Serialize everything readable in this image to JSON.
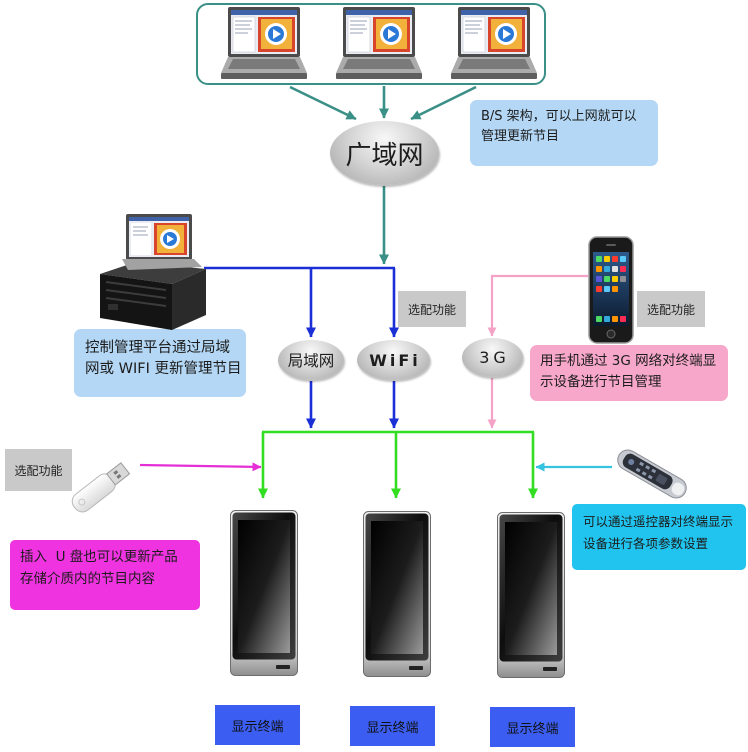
{
  "hubs": {
    "wan": {
      "label": "广域网"
    },
    "lan": {
      "label": "局域网"
    },
    "wifi": {
      "label": "WiFi"
    },
    "mobile": {
      "label": "3G"
    }
  },
  "notes": {
    "bs_architecture": {
      "lines": [
        "B/S 架构，可以上网就可以",
        "管理更新节目"
      ]
    },
    "control_platform": {
      "lines": [
        "控制管理平台通过局域",
        "网或 WIFI 更新管理节目"
      ]
    },
    "phone_management": {
      "lines": [
        "用手机通过 3G 网络对终端显",
        "示设备进行节目管理"
      ]
    },
    "usb_update": {
      "lines": [
        "插入  U 盘也可以更新产品",
        "存储介质内的节目内容"
      ]
    },
    "remote_settings": {
      "lines": [
        "可以通过遥控器对终端显示",
        "设备进行各项参数设置"
      ]
    }
  },
  "optional_tags": {
    "wifi": "选配功能",
    "phone": "选配功能",
    "usb": "选配功能"
  },
  "terminals": [
    {
      "label": "显示终端",
      "icon": "display-terminal-icon"
    },
    {
      "label": "显示终端",
      "icon": "display-terminal-icon"
    },
    {
      "label": "显示终端",
      "icon": "display-terminal-icon"
    }
  ],
  "icons": {
    "clients": [
      "laptop-icon",
      "laptop-icon",
      "laptop-icon"
    ],
    "server": "server-icon",
    "phone": "smartphone-icon",
    "usb": "usb-drive-icon",
    "remote": "remote-control-icon"
  },
  "colors": {
    "teal": "#3a8f86",
    "blue_link": "#1b2fd6",
    "pink_link": "#f4a3c6",
    "green_link": "#33dd22",
    "magenta_link": "#e52fd6",
    "cyan_link": "#36c3e0",
    "note_blue": "#b3d7f4",
    "note_pink": "#f6a7ca",
    "note_magenta": "#ef33e0",
    "note_cyan": "#20c4ee",
    "tag_gray": "#c9c9c9",
    "terminal_blue": "#3b5df2"
  }
}
